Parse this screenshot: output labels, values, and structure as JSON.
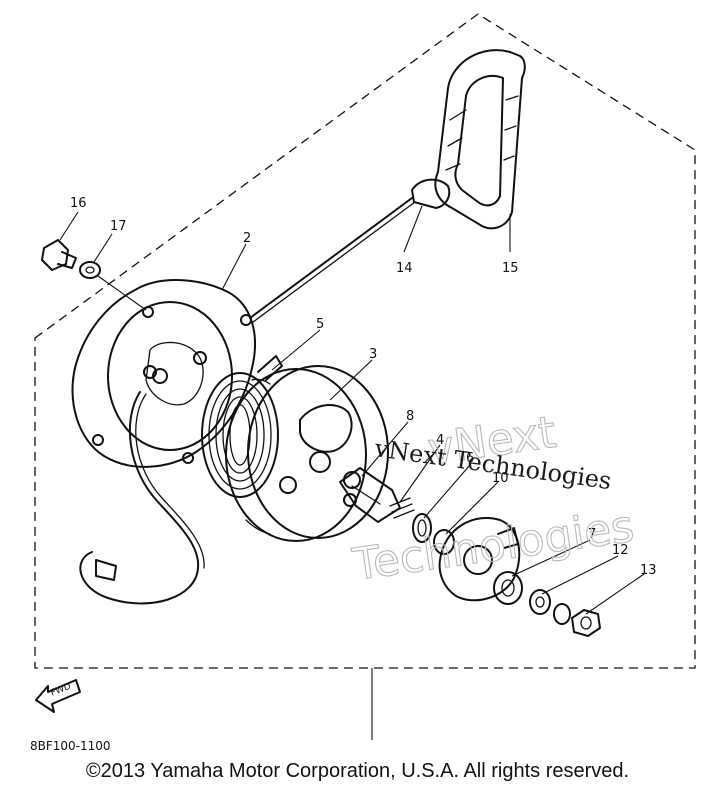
{
  "callouts": {
    "c2": "2",
    "c3": "3",
    "c4": "4",
    "c5": "5",
    "c6": "6",
    "c7": "7",
    "c8": "8",
    "c10": "10",
    "c12": "12",
    "c13": "13",
    "c14": "14",
    "c15": "15",
    "c16": "16",
    "c17": "17"
  },
  "fwd_label": "FWD",
  "watermark": {
    "outline_line1": "vNext",
    "outline_line2": "Technologies",
    "solid": "vNext Technologies"
  },
  "diagram_code": "8BF100-1100",
  "copyright": "©2013 Yamaha Motor Corporation, U.S.A. All rights reserved."
}
